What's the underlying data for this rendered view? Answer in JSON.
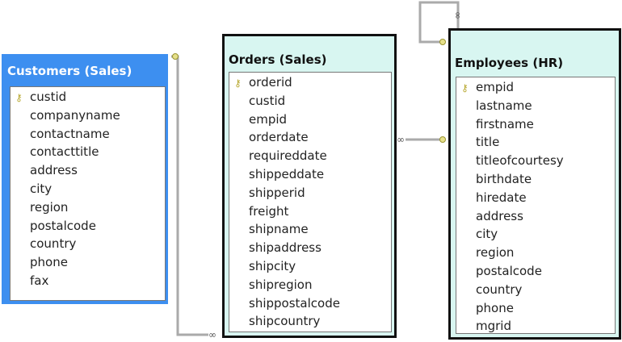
{
  "tables": [
    {
      "title": "Customers (Sales)",
      "key": "custid",
      "columns": [
        "custid",
        "companyname",
        "contactname",
        "contacttitle",
        "address",
        "city",
        "region",
        "postalcode",
        "country",
        "phone",
        "fax"
      ]
    },
    {
      "title": "Orders (Sales)",
      "key": "orderid",
      "columns": [
        "orderid",
        "custid",
        "empid",
        "orderdate",
        "requireddate",
        "shippeddate",
        "shipperid",
        "freight",
        "shipname",
        "shipaddress",
        "shipcity",
        "shipregion",
        "shippostalcode",
        "shipcountry"
      ]
    },
    {
      "title": "Employees (HR)",
      "key": "empid",
      "columns": [
        "empid",
        "lastname",
        "firstname",
        "title",
        "titleofcourtesy",
        "birthdate",
        "hiredate",
        "address",
        "city",
        "region",
        "postalcode",
        "country",
        "phone",
        "mgrid"
      ]
    }
  ],
  "colors": {
    "customers_header": "#3d8ff0",
    "selected_header": "#d8f6f1"
  }
}
